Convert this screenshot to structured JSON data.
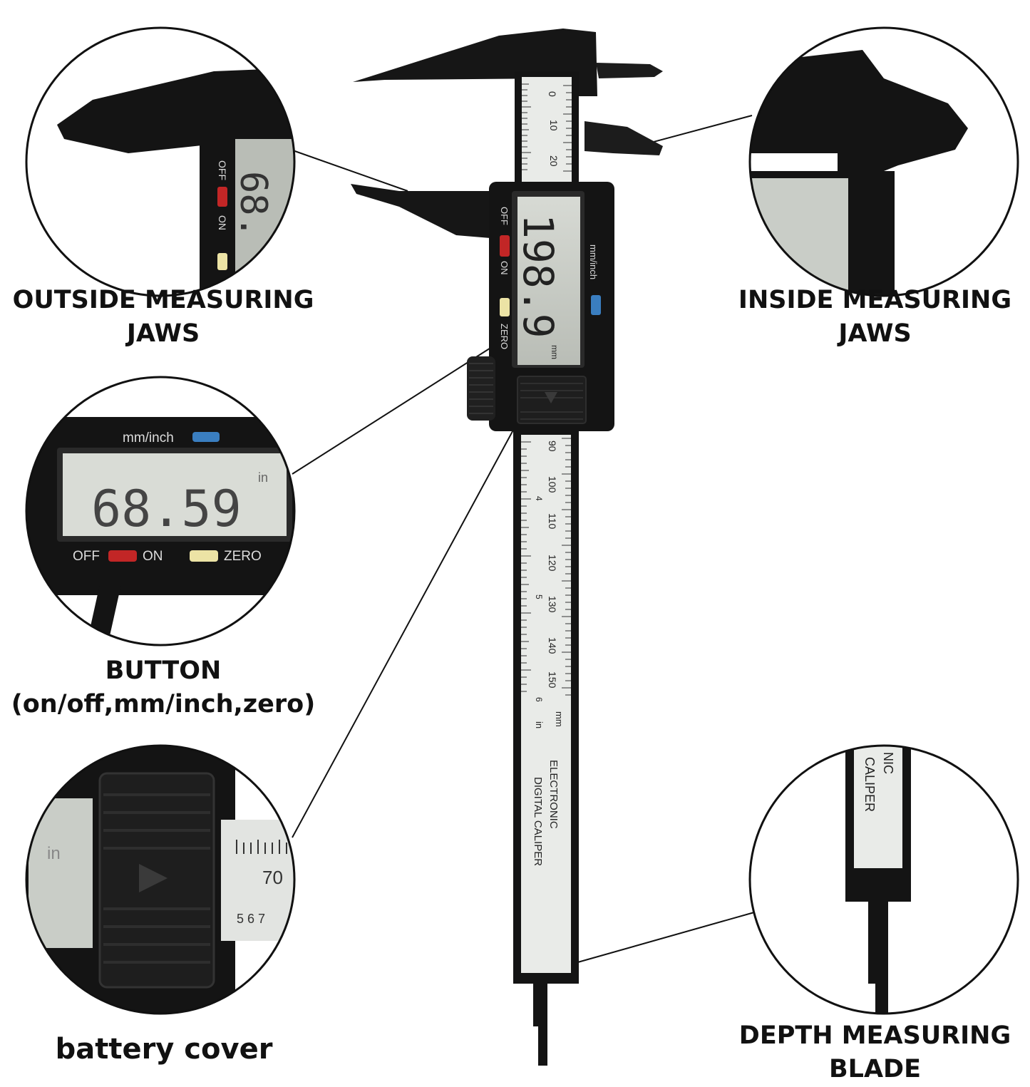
{
  "product": {
    "display_reading": "198.9",
    "display_unit": "mm",
    "mode_button_label": "mm/inch",
    "off_label": "OFF",
    "on_label": "ON",
    "zero_label": "ZERO",
    "beam_text_line1": "ELECTRONIC",
    "beam_text_line2": "DIGITAL CALIPER",
    "beam_unit_mm": "mm",
    "beam_unit_in": "in",
    "scale_top": [
      "0",
      "10",
      "20"
    ],
    "scale_bottom": [
      "90",
      "100",
      "110",
      "120",
      "130",
      "140",
      "150"
    ],
    "inch_marks": [
      "4",
      "5",
      "6"
    ]
  },
  "callouts": {
    "outside_jaws": {
      "line1": "OUTSIDE MEASURING",
      "line2": "JAWS"
    },
    "inside_jaws": {
      "line1": "INSIDE MEASURING",
      "line2": "JAWS"
    },
    "button": {
      "line1": "BUTTON",
      "line2": "(on/off,mm/inch,zero)"
    },
    "battery": {
      "line1": "battery cover"
    },
    "depth": {
      "line1": "DEPTH MEASURING",
      "line2": "BLADE"
    }
  },
  "zoom_views": {
    "outside": {
      "reading_fragment": "68.",
      "off_label": "OFF",
      "on_label": "ON"
    },
    "button": {
      "reading": "68.59",
      "unit": "in",
      "mode_label": "mm/inch",
      "off_label": "OFF",
      "on_label": "ON",
      "zero_label": "ZERO"
    },
    "battery": {
      "unit": "in",
      "scale_number": "70",
      "small_digits": "5 6 7"
    },
    "depth": {
      "text_line1": "NIC",
      "text_line2": "CALIPER"
    }
  },
  "colors": {
    "body": "#141414",
    "lcd": "#c9cdc7",
    "scale_paper": "#e9ebe8",
    "off_button": "#c22626",
    "zero_button": "#ece3a5",
    "mode_button": "#3a7ec0"
  }
}
